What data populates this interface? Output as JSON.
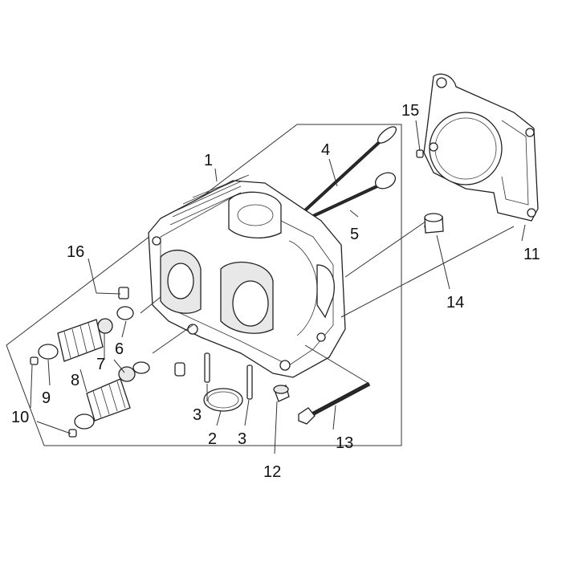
{
  "labels": {
    "l1": "1",
    "l2": "2",
    "l3a": "3",
    "l3b": "3",
    "l4": "4",
    "l5": "5",
    "l6": "6",
    "l7": "7",
    "l8": "8",
    "l9": "9",
    "l10": "10",
    "l11": "11",
    "l12": "12",
    "l13": "13",
    "l14": "14",
    "l15": "15",
    "l16": "16"
  }
}
